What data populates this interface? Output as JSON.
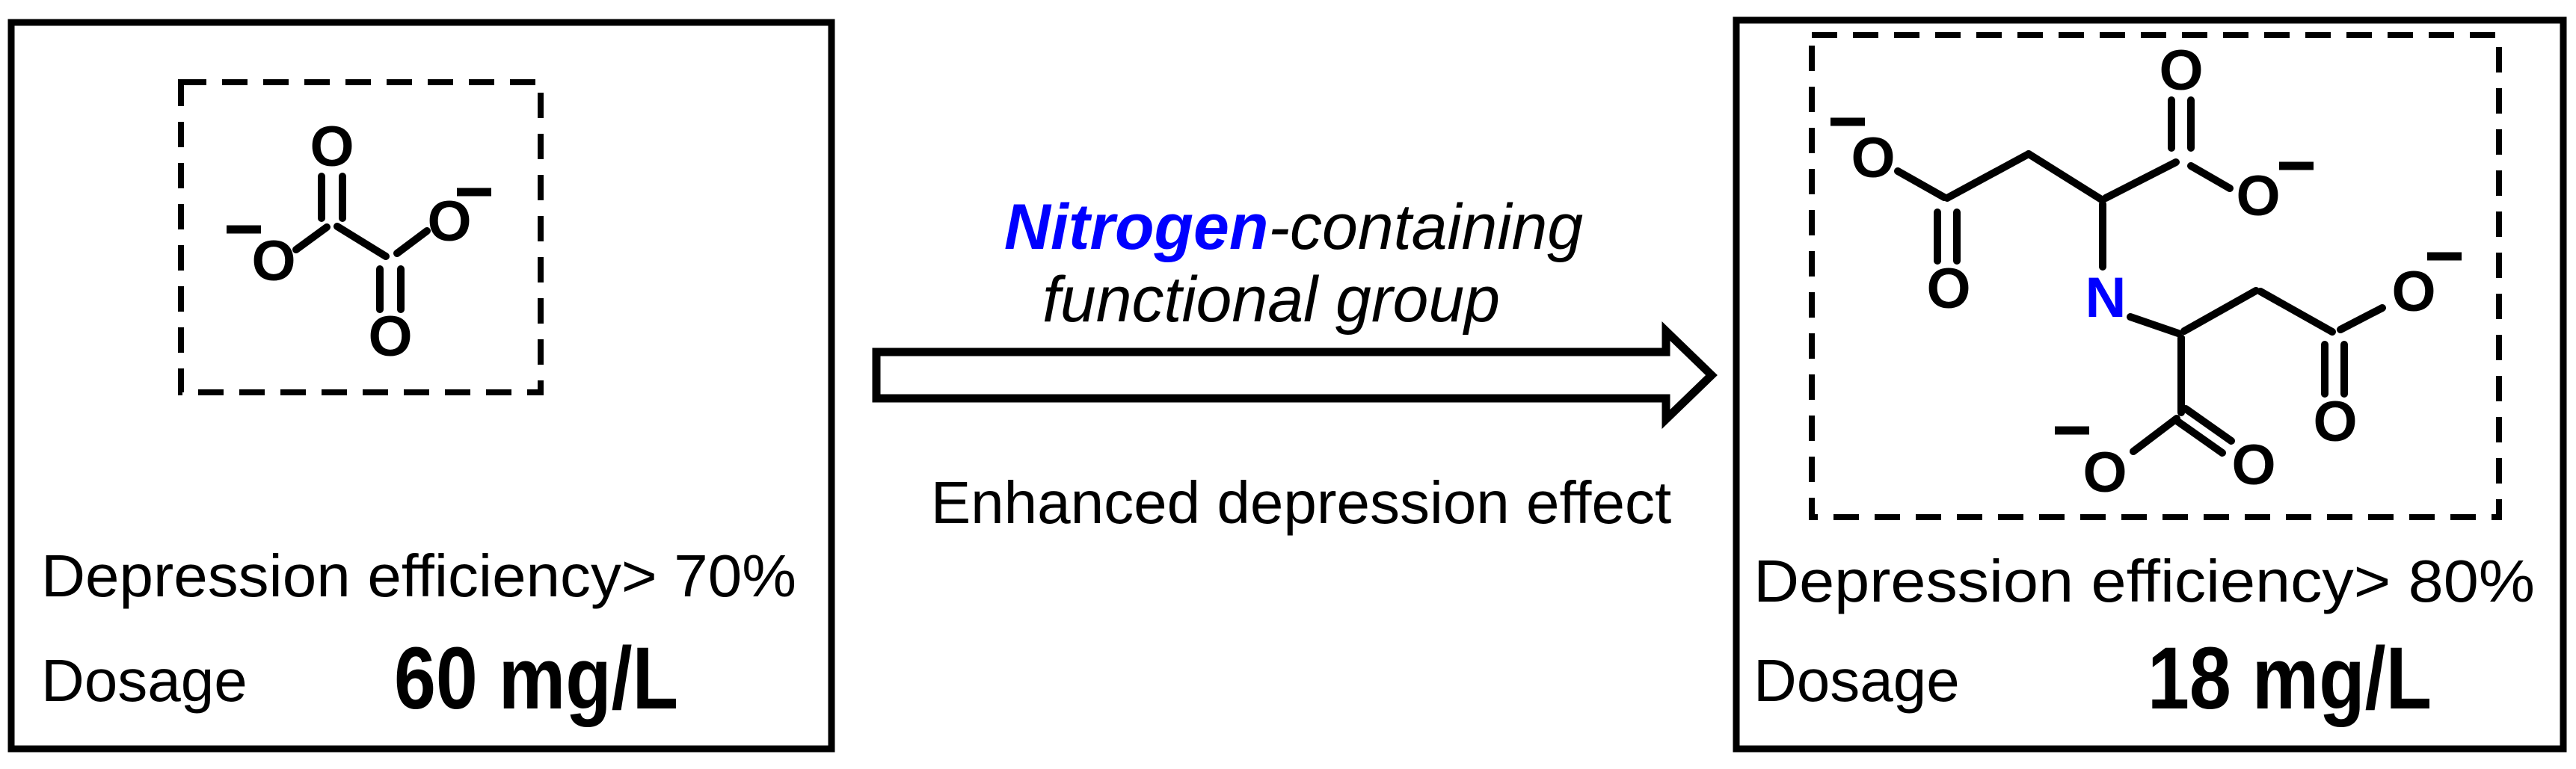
{
  "colors": {
    "ink": "#000000",
    "nitrogen_blue": "#0000ff",
    "background": "#ffffff"
  },
  "left_panel": {
    "molecule": {
      "oxygen_label": "O",
      "charge_symbol": "−"
    },
    "efficiency_text": "Depression efficiency> 70%",
    "dosage_label": "Dosage",
    "dosage_value": "60 mg/L"
  },
  "middle": {
    "annotation": {
      "highlight": "Nitrogen",
      "suffix": "-containing",
      "line2": "functional group"
    },
    "caption": "Enhanced depression effect"
  },
  "right_panel": {
    "molecule": {
      "oxygen_label": "O",
      "nitrogen_label": "N",
      "charge_symbol": "−"
    },
    "efficiency_text": "Depression efficiency> 80%",
    "dosage_label": "Dosage",
    "dosage_value": "18 mg/L"
  }
}
